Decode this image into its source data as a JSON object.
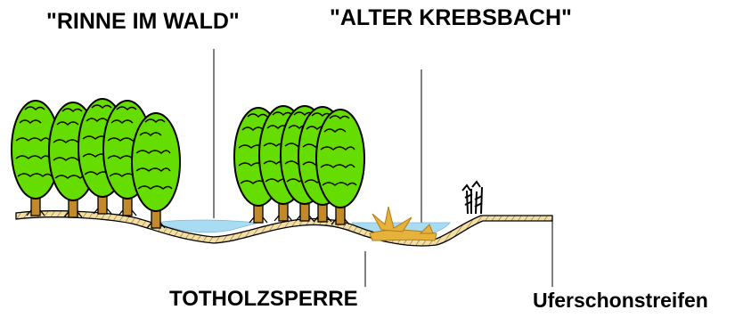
{
  "labels": {
    "rinne_im_wald": "\"RINNE  IM WALD\"",
    "alter_krebsbach": "\"ALTER KREBSBACH\"",
    "totholzsperre": "TOTHOLZSPERRE",
    "uferschonstreifen": "Uferschonstreifen"
  },
  "colors": {
    "tree_foliage": "#66dd00",
    "tree_trunk": "#c28a2a",
    "ground": "#f2dfa6",
    "water": "#a9dcf2",
    "deadwood": "#e6b23c",
    "line": "#000000"
  }
}
